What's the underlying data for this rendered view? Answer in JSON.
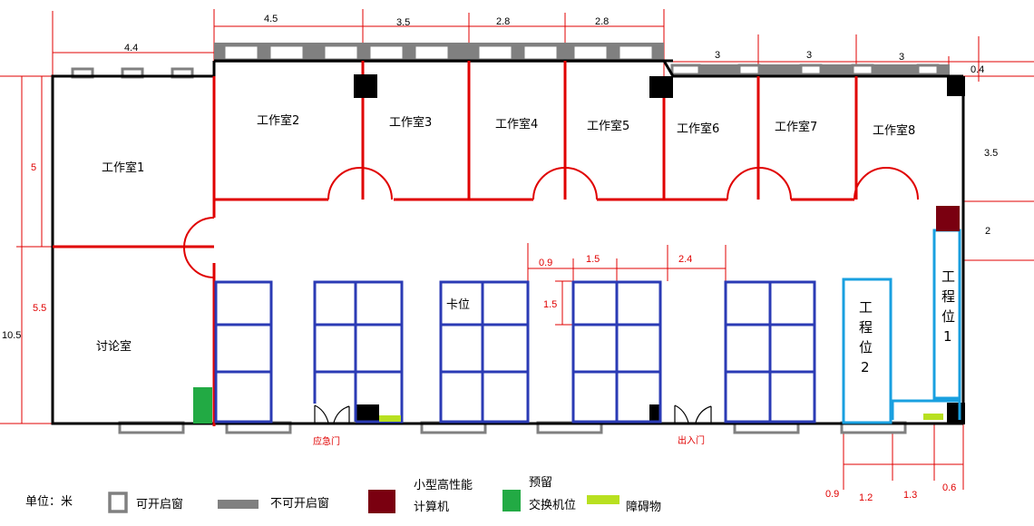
{
  "rooms": {
    "studio1": "工作室1",
    "studio2": "工作室2",
    "studio3": "工作室3",
    "studio4": "工作室4",
    "studio5": "工作室5",
    "studio6": "工作室6",
    "studio7": "工作室7",
    "studio8": "工作室8",
    "meeting": "讨论室",
    "cubicle": "卡位",
    "eng1": [
      "工",
      "程",
      "位",
      "1"
    ],
    "eng2": [
      "工",
      "程",
      "位",
      "2"
    ]
  },
  "doors": {
    "emergency": "应急门",
    "entrance": "出入门"
  },
  "dimensions": {
    "top": [
      "4.4",
      "4.5",
      "3.5",
      "2.8",
      "2.8",
      "3",
      "3",
      "3",
      "0.4"
    ],
    "left": [
      "5",
      "5.5",
      "10.5"
    ],
    "right": [
      "3.5",
      "2"
    ],
    "cubicle": [
      "0.9",
      "1.5",
      "2.4",
      "1.5"
    ],
    "bottom": [
      "0.9",
      "1.2",
      "1.3",
      "0.6"
    ]
  },
  "legend": {
    "unit": "单位：米",
    "openable": "可开启窗",
    "fixed": "不可开启窗",
    "hpc_line1": "小型高性能",
    "hpc_line2": "计算机",
    "switch_line1": "预留",
    "switch_line2": "交换机位",
    "obstacle": "障碍物"
  },
  "colors": {
    "wall": "#000000",
    "partition": "#e00000",
    "workstation": "#2b3bb5",
    "engineer": "#19a0e0",
    "hpc": "#7a0010",
    "switch": "#22aa44",
    "obstacle": "#b8e020",
    "window": "#808080"
  }
}
